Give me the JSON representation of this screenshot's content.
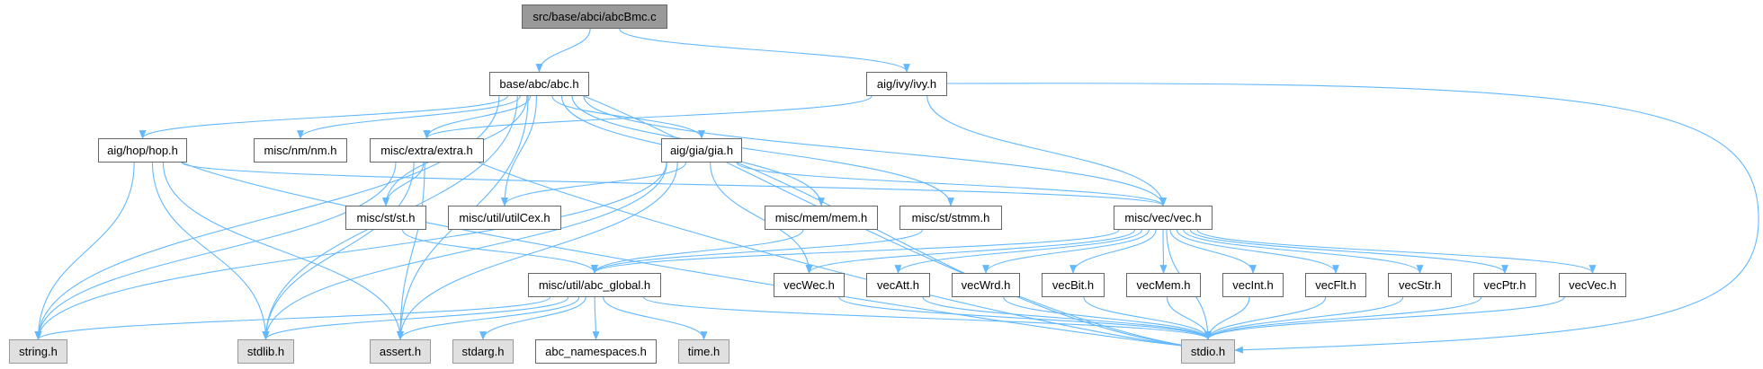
{
  "graph": {
    "title": "src/base/abci/abcBmc.c",
    "edge_color": "#63b8ff",
    "nodes": [
      {
        "id": "root",
        "label": "src/base/abci/abcBmc.c",
        "kind": "root"
      },
      {
        "id": "abc",
        "label": "base/abc/abc.h",
        "kind": "file"
      },
      {
        "id": "ivy",
        "label": "aig/ivy/ivy.h",
        "kind": "file"
      },
      {
        "id": "hop",
        "label": "aig/hop/hop.h",
        "kind": "file"
      },
      {
        "id": "nm",
        "label": "misc/nm/nm.h",
        "kind": "file"
      },
      {
        "id": "extra",
        "label": "misc/extra/extra.h",
        "kind": "file"
      },
      {
        "id": "gia",
        "label": "aig/gia/gia.h",
        "kind": "file"
      },
      {
        "id": "st",
        "label": "misc/st/st.h",
        "kind": "file"
      },
      {
        "id": "utilcex",
        "label": "misc/util/utilCex.h",
        "kind": "file"
      },
      {
        "id": "mem",
        "label": "misc/mem/mem.h",
        "kind": "file"
      },
      {
        "id": "stmm",
        "label": "misc/st/stmm.h",
        "kind": "file"
      },
      {
        "id": "vec",
        "label": "misc/vec/vec.h",
        "kind": "file"
      },
      {
        "id": "global",
        "label": "misc/util/abc_global.h",
        "kind": "file"
      },
      {
        "id": "vecWec",
        "label": "vecWec.h",
        "kind": "file"
      },
      {
        "id": "vecAtt",
        "label": "vecAtt.h",
        "kind": "file"
      },
      {
        "id": "vecWrd",
        "label": "vecWrd.h",
        "kind": "file"
      },
      {
        "id": "vecBit",
        "label": "vecBit.h",
        "kind": "file"
      },
      {
        "id": "vecMem",
        "label": "vecMem.h",
        "kind": "file"
      },
      {
        "id": "vecInt",
        "label": "vecInt.h",
        "kind": "file"
      },
      {
        "id": "vecFlt",
        "label": "vecFlt.h",
        "kind": "file"
      },
      {
        "id": "vecStr",
        "label": "vecStr.h",
        "kind": "file"
      },
      {
        "id": "vecPtr",
        "label": "vecPtr.h",
        "kind": "file"
      },
      {
        "id": "vecVec",
        "label": "vecVec.h",
        "kind": "file"
      },
      {
        "id": "string",
        "label": "string.h",
        "kind": "system"
      },
      {
        "id": "stdlib",
        "label": "stdlib.h",
        "kind": "system"
      },
      {
        "id": "assert",
        "label": "assert.h",
        "kind": "system"
      },
      {
        "id": "stdarg",
        "label": "stdarg.h",
        "kind": "system"
      },
      {
        "id": "ns",
        "label": "abc_namespaces.h",
        "kind": "file"
      },
      {
        "id": "time",
        "label": "time.h",
        "kind": "system"
      },
      {
        "id": "stdio",
        "label": "stdio.h",
        "kind": "system"
      }
    ],
    "edges": [
      [
        "root",
        "abc"
      ],
      [
        "root",
        "ivy"
      ],
      [
        "abc",
        "hop"
      ],
      [
        "abc",
        "nm"
      ],
      [
        "abc",
        "extra"
      ],
      [
        "abc",
        "gia"
      ],
      [
        "abc",
        "st"
      ],
      [
        "abc",
        "utilcex"
      ],
      [
        "abc",
        "mem"
      ],
      [
        "abc",
        "stmm"
      ],
      [
        "abc",
        "vec"
      ],
      [
        "abc",
        "string"
      ],
      [
        "abc",
        "stdlib"
      ],
      [
        "abc",
        "assert"
      ],
      [
        "abc",
        "stdio"
      ],
      [
        "ivy",
        "extra"
      ],
      [
        "ivy",
        "vec"
      ],
      [
        "ivy",
        "stdio"
      ],
      [
        "hop",
        "string"
      ],
      [
        "hop",
        "stdlib"
      ],
      [
        "hop",
        "assert"
      ],
      [
        "hop",
        "vec"
      ],
      [
        "hop",
        "stdio"
      ],
      [
        "extra",
        "st"
      ],
      [
        "extra",
        "string"
      ],
      [
        "extra",
        "stdlib"
      ],
      [
        "extra",
        "assert"
      ],
      [
        "extra",
        "stdio"
      ],
      [
        "gia",
        "utilcex"
      ],
      [
        "gia",
        "vec"
      ],
      [
        "gia",
        "string"
      ],
      [
        "gia",
        "stdlib"
      ],
      [
        "gia",
        "assert"
      ],
      [
        "gia",
        "stdio"
      ],
      [
        "gia",
        "vecWec"
      ],
      [
        "st",
        "global"
      ],
      [
        "mem",
        "global"
      ],
      [
        "stmm",
        "global"
      ],
      [
        "vec",
        "global"
      ],
      [
        "vec",
        "vecWec"
      ],
      [
        "vec",
        "vecAtt"
      ],
      [
        "vec",
        "vecWrd"
      ],
      [
        "vec",
        "vecBit"
      ],
      [
        "vec",
        "vecMem"
      ],
      [
        "vec",
        "vecInt"
      ],
      [
        "vec",
        "vecFlt"
      ],
      [
        "vec",
        "vecStr"
      ],
      [
        "vec",
        "vecPtr"
      ],
      [
        "vec",
        "vecVec"
      ],
      [
        "vec",
        "stdio"
      ],
      [
        "global",
        "string"
      ],
      [
        "global",
        "stdlib"
      ],
      [
        "global",
        "assert"
      ],
      [
        "global",
        "stdarg"
      ],
      [
        "global",
        "ns"
      ],
      [
        "global",
        "time"
      ],
      [
        "global",
        "stdio"
      ],
      [
        "vecWec",
        "stdio"
      ],
      [
        "vecAtt",
        "stdio"
      ],
      [
        "vecWrd",
        "stdio"
      ],
      [
        "vecBit",
        "stdio"
      ],
      [
        "vecMem",
        "stdio"
      ],
      [
        "vecInt",
        "stdio"
      ],
      [
        "vecFlt",
        "stdio"
      ],
      [
        "vecStr",
        "stdio"
      ],
      [
        "vecPtr",
        "stdio"
      ],
      [
        "vecVec",
        "stdio"
      ]
    ]
  }
}
